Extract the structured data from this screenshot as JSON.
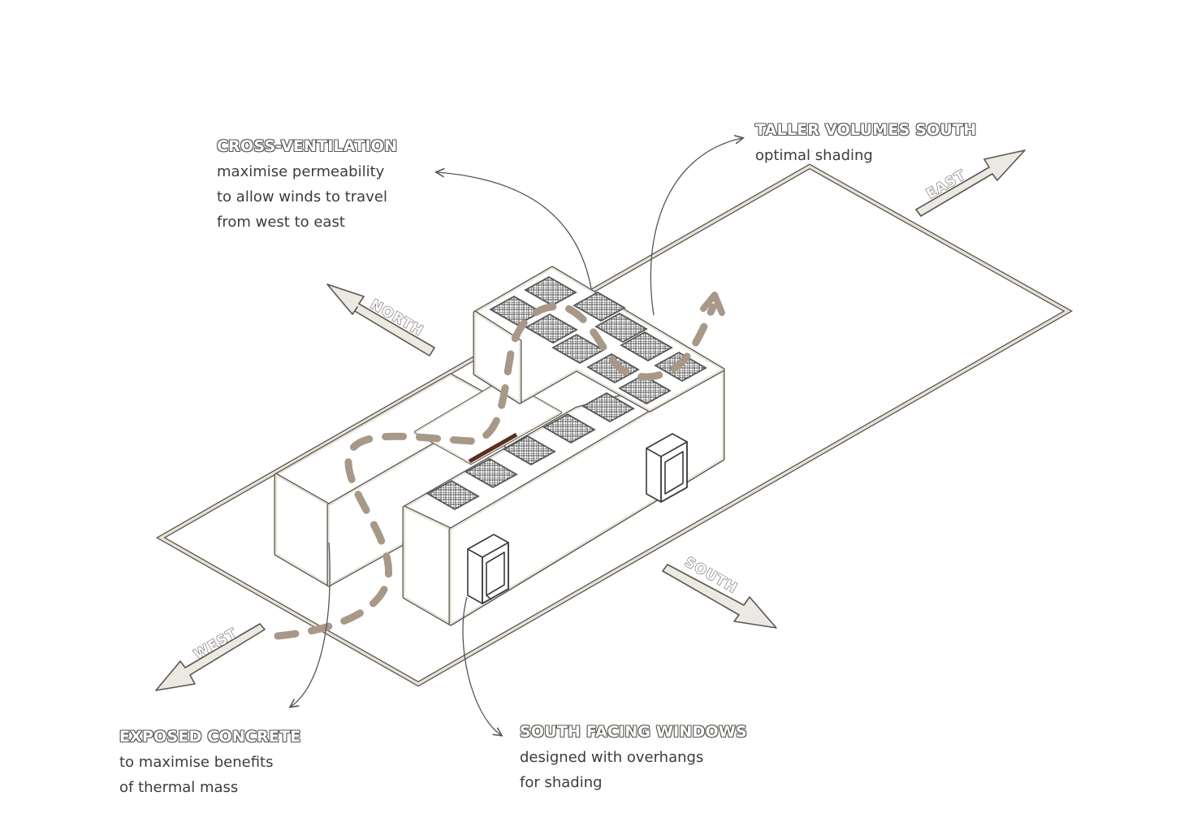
{
  "annotations": {
    "cross_ventilation": {
      "title": "CROSS-VENTILATION",
      "lines": [
        "maximise permeability",
        "to allow winds to travel",
        "from west to east"
      ]
    },
    "taller_volumes": {
      "title": "TALLER VOLUMES SOUTH",
      "lines": [
        "optimal shading"
      ]
    },
    "exposed_concrete": {
      "title": "EXPOSED CONCRETE",
      "lines": [
        "to maximise benefits",
        "of thermal mass"
      ]
    },
    "south_windows": {
      "title": "SOUTH FACING WINDOWS",
      "lines": [
        "designed with overhangs",
        "for shading"
      ]
    }
  },
  "compass": {
    "north": "NORTH",
    "east": "EAST",
    "south": "SOUTH",
    "west": "WEST"
  },
  "colors": {
    "outline": "#d8d3c9",
    "outline_dark": "#5a5650",
    "airflow": "#a89888",
    "panel": "#555555",
    "arrow_fill": "#ece9e2",
    "text": "#3c3c3c"
  }
}
